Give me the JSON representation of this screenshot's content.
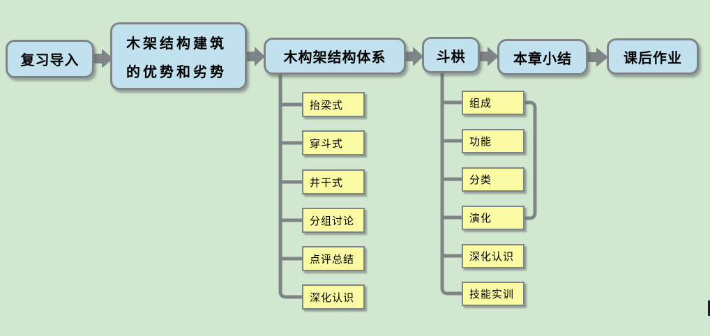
{
  "colors": {
    "bg": "#d1e7cf",
    "blue": "#c2e1ef",
    "yellow": "#fafaa4",
    "line": "#7f8486",
    "text": "#000000"
  },
  "main_flow": {
    "nodes": [
      {
        "label": "复习导入"
      },
      {
        "label_line1": "木架结构建筑",
        "label_line2": "的优势和劣势"
      },
      {
        "label": "木构架结构体系"
      },
      {
        "label": "斗栱"
      },
      {
        "label": "本章小结"
      },
      {
        "label": "课后作业"
      }
    ]
  },
  "branches": [
    {
      "parent_label": "木构架结构体系",
      "items": [
        "抬梁式",
        "穿斗式",
        "井干式",
        "分组讨论",
        "点评总结",
        "深化认识"
      ]
    },
    {
      "parent_label": "斗栱",
      "items": [
        "组成",
        "功能",
        "分类",
        "演化",
        "深化认识",
        "技能实训"
      ],
      "bracket_connects": [
        "组成",
        "演化"
      ]
    }
  ]
}
